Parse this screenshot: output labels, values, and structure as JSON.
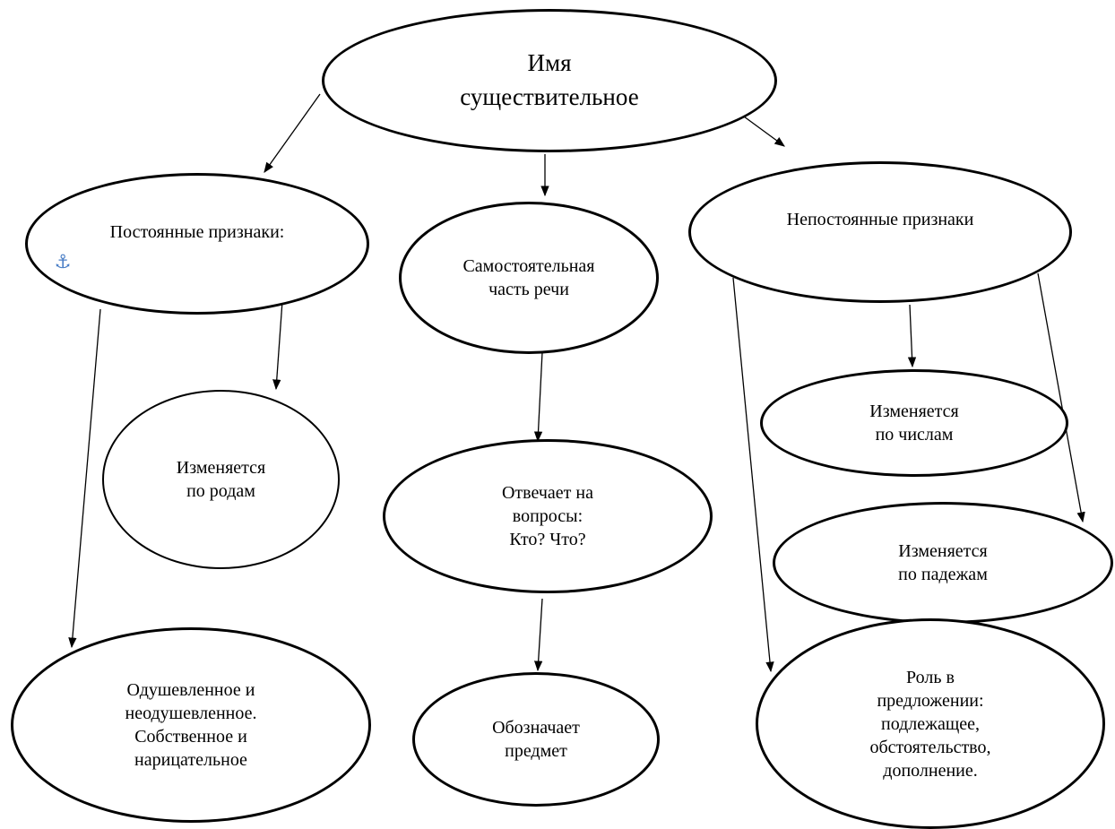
{
  "diagram": {
    "root": "Имя\nсуществительное",
    "constant_features": "Постоянные признаки:",
    "independent_part": "Самостоятельная\nчасть речи",
    "variable_features": "Непостоянные признаки",
    "changes_by_gender": "Изменяется\nпо родам",
    "answers_questions": "Отвечает на\nвопросы:\nКто? Что?",
    "changes_by_number": "Изменяется\nпо числам",
    "changes_by_case": "Изменяется\nпо падежам",
    "animate_proper": "Одушевленное и\nнеодушевленное.\nСобственное и\nнарицательное",
    "denotes_object": "Обозначает\nпредмет",
    "sentence_role": "Роль в\nпредложении:\nподлежащее,\nобстоятельство,\nдополнение."
  },
  "icons": {
    "anchor": "anchor-icon",
    "anchor_color": "#4a7ec6"
  }
}
